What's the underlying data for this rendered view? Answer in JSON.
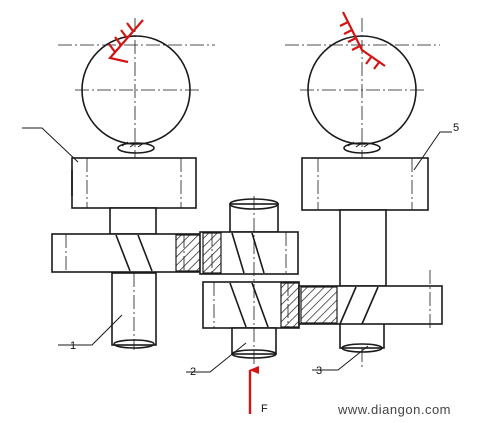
{
  "labels": {
    "part1": "1",
    "part2": "2",
    "part3": "3",
    "part5": "5",
    "force": "F"
  },
  "watermark": "www.diangon.com",
  "colors": {
    "line": "#1a1a1a",
    "accent_red": "#d41414",
    "background": "#ffffff"
  }
}
